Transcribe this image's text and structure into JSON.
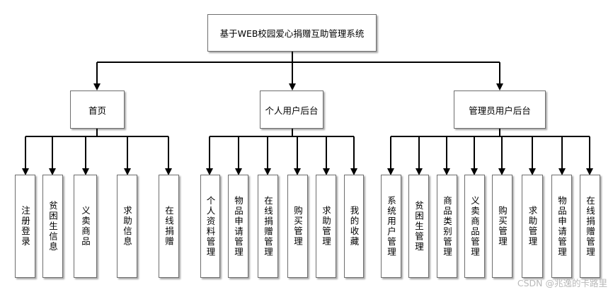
{
  "root": {
    "label": "基于WEB校园爱心捐赠互助管理系统"
  },
  "groups": [
    {
      "label": "首页",
      "children": [
        "注册登录",
        "贫困生信息",
        "义卖商品",
        "求助信息",
        "在线捐赠"
      ]
    },
    {
      "label": "个人用户后台",
      "children": [
        "个人资料管理",
        "物品申请管理",
        "在线捐赠管理",
        "购买管理",
        "求助管理",
        "我的收藏"
      ]
    },
    {
      "label": "管理员用户后台",
      "children": [
        "系统用户管理",
        "贫困生管理",
        "商品类别管理",
        "义卖商品管理",
        "购买管理",
        "求助管理",
        "物品申请管理",
        "在线捐赠管理"
      ]
    }
  ],
  "watermark": "CSDN @兆逸的卡路里"
}
